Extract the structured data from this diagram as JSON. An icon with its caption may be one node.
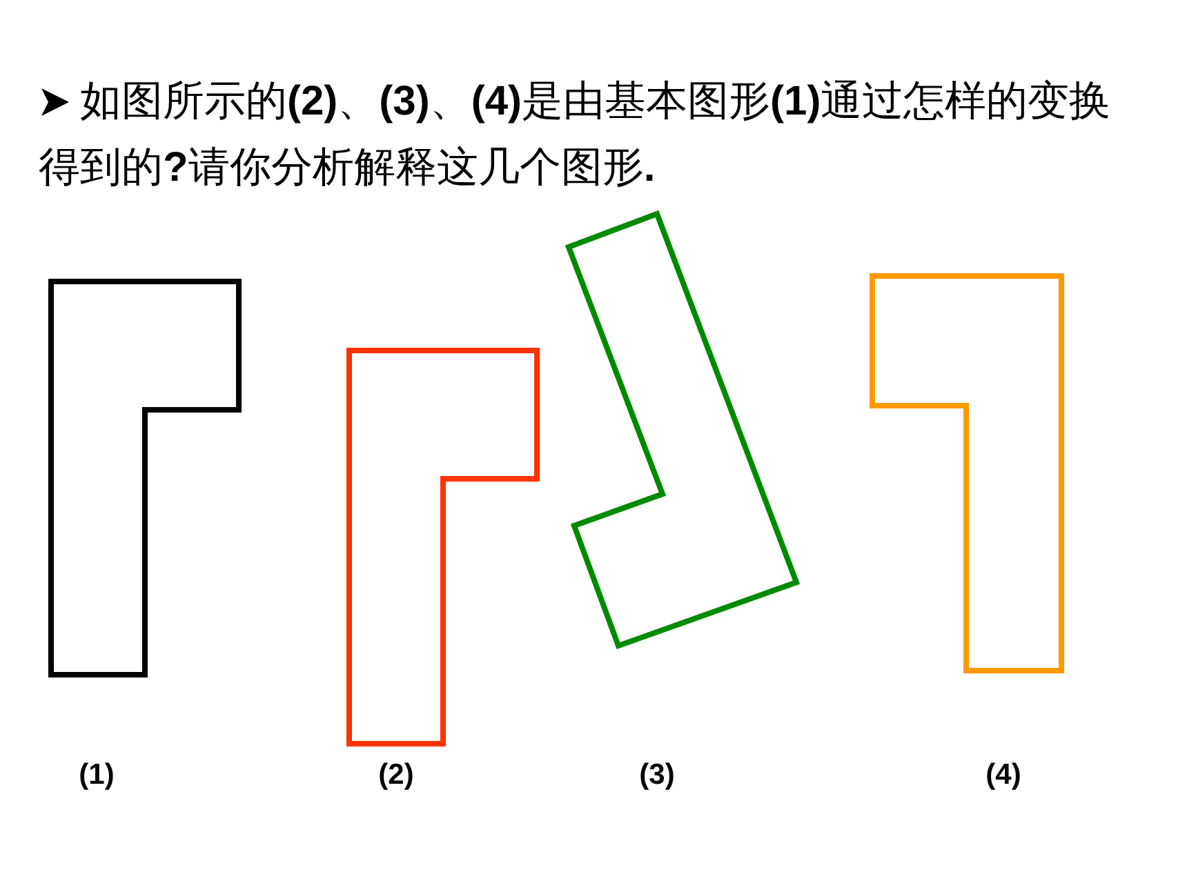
{
  "diagram": {
    "title": "如图所示的**(2)**、**(3)**、**(4)**是由基本图形**(1)**通过怎样的变换得到的**?**请你分析解释这几个图形**.**",
    "nodes": [
      {
        "text": [],
        "shape": "polygon"
      },
      {
        "text": [],
        "shape": "polygon"
      },
      {
        "text": [],
        "shape": "polygon"
      },
      {
        "text": [],
        "shape": "polygon"
      }
    ],
    "labels": [
      "(1)",
      "(2)",
      "(3)",
      "(4)"
    ]
  }
}
